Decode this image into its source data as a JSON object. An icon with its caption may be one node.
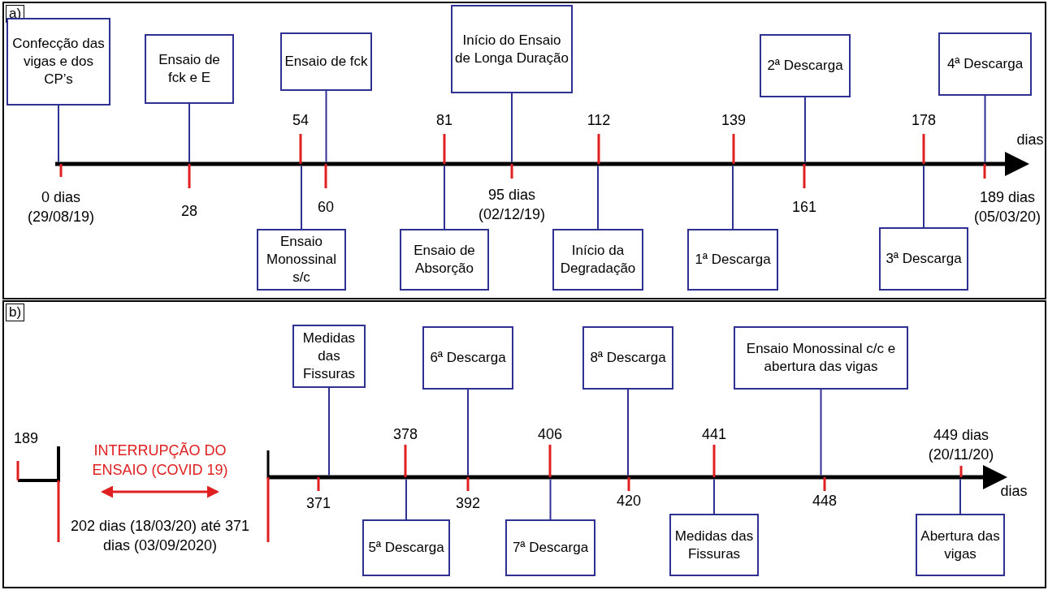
{
  "diagram": {
    "nodes": [
      {
        "text": [
          "a)"
        ]
      },
      {
        "text": [
          "Confecção das vigas e dos CP’s"
        ],
        "in": 0
      },
      {
        "text": [
          "Ensaio de fck e E"
        ],
        "in": 0
      },
      {
        "text": [
          "Ensaio Monossinal s/c"
        ],
        "in": 0
      },
      {
        "text": [
          "Ensaio de fck"
        ],
        "in": 0
      },
      {
        "text": [
          "Ensaio de Absorção"
        ],
        "in": 0
      },
      {
        "text": [
          "Início do Ensaio de Longa Duração"
        ],
        "in": 0
      },
      {
        "text": [
          "Início da Degradação"
        ],
        "in": 0
      },
      {
        "text": [
          "1ª Descarga"
        ],
        "in": 0
      },
      {
        "text": [
          "2ª Descarga"
        ],
        "in": 0
      },
      {
        "text": [
          "3ª Descarga"
        ],
        "in": 0
      },
      {
        "text": [
          "4ª Descarga"
        ],
        "in": 0
      },
      {
        "text": [
          "b)"
        ]
      },
      {
        "text": [
          "Medidas das Fissuras"
        ],
        "in": 12
      },
      {
        "text": [
          "5ª Descarga"
        ],
        "in": 12
      },
      {
        "text": [
          "6ª Descarga"
        ],
        "in": 12
      },
      {
        "text": [
          "7ª Descarga"
        ],
        "in": 12
      },
      {
        "text": [
          "8ª Descarga"
        ],
        "in": 12
      },
      {
        "text": [
          "Medidas das Fissuras"
        ],
        "in": 12
      },
      {
        "text": [
          "Ensaio Monossinal c/c e abertura das vigas"
        ],
        "in": 12
      },
      {
        "text": [
          "Abertura das vigas"
        ],
        "in": 12
      }
    ],
    "edges": [
      {
        "from": 1,
        "to": null,
        "arrow": "none"
      },
      {
        "from": 2,
        "to": null,
        "arrow": "none"
      },
      {
        "from": 3,
        "to": null,
        "arrow": "none"
      },
      {
        "from": 4,
        "to": null,
        "arrow": "none"
      },
      {
        "from": 5,
        "to": null,
        "arrow": "none"
      },
      {
        "from": 6,
        "to": null,
        "arrow": "none"
      },
      {
        "from": 7,
        "to": null,
        "arrow": "none"
      },
      {
        "from": 8,
        "to": null,
        "arrow": "none"
      },
      {
        "from": 9,
        "to": null,
        "arrow": "none"
      },
      {
        "from": 10,
        "to": null,
        "arrow": "none"
      },
      {
        "from": 11,
        "to": null,
        "arrow": "none"
      },
      {
        "from": 13,
        "to": null,
        "arrow": "none"
      },
      {
        "from": 14,
        "to": null,
        "arrow": "none"
      },
      {
        "from": 15,
        "to": null,
        "arrow": "none"
      },
      {
        "from": 16,
        "to": null,
        "arrow": "none"
      },
      {
        "from": 17,
        "to": null,
        "arrow": "none"
      },
      {
        "from": 18,
        "to": null,
        "arrow": "none"
      },
      {
        "from": 19,
        "to": null,
        "arrow": "none"
      },
      {
        "from": 20,
        "to": null,
        "arrow": "none"
      }
    ],
    "labels": [
      "54",
      "81",
      "112",
      "139",
      "178",
      "dias",
      "0 dias (29/08/19)",
      "28",
      "60",
      "95 dias (02/12/19)",
      "161",
      "189 dias (05/03/20)",
      "189",
      "INTERRUPÇÃO DO ENSAIO (COVID 19)",
      "378",
      "406",
      "441",
      "449 dias (20/11/20)",
      "371",
      "392",
      "420",
      "448",
      "dias",
      "202 dias (18/03/20) até 371 dias (03/09/2020)"
    ]
  }
}
